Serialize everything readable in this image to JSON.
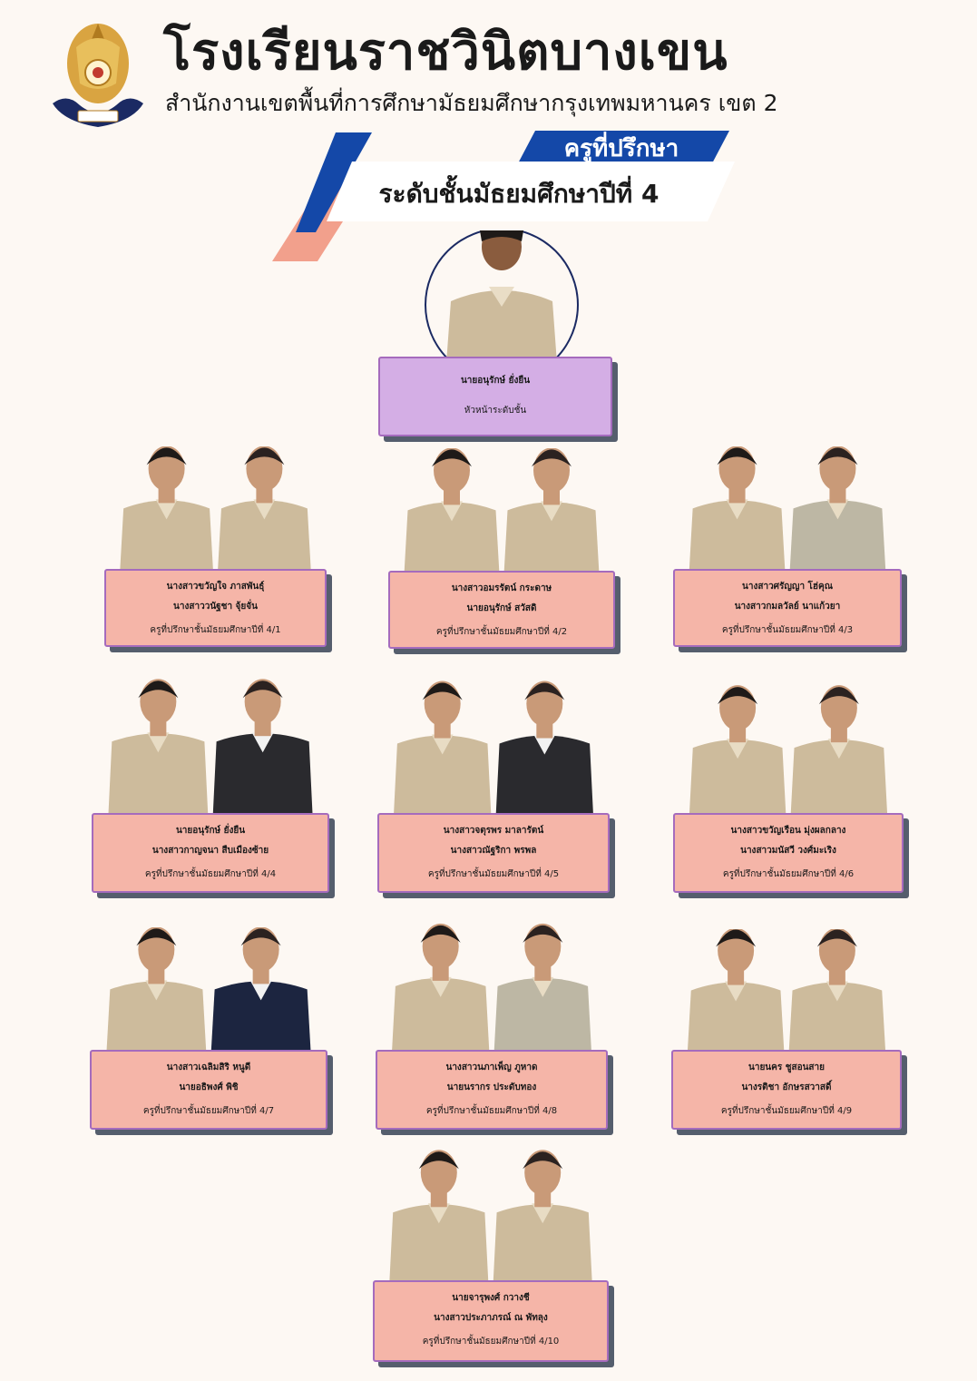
{
  "header": {
    "school_name": "โรงเรียนราชวินิตบางเขน",
    "office_name": "สำนักงานเขตพื้นที่การศึกษามัธยมศึกษากรุงเทพมหานคร เขต 2",
    "role_tag": "ครูที่ปรึกษา",
    "level_label": "ระดับชั้นมัธยมศึกษาปีที่ 4"
  },
  "head_teacher": {
    "name": "นายอนุรักษ์  ยั่งยืน",
    "role": "หัวหน้าระดับชั้น"
  },
  "classes": [
    {
      "names": [
        "นางสาวขวัญใจ  ภาสพันธุ์",
        "นางสาววนัฐชา  จุ้ยจั่น"
      ],
      "label": "ครูที่ปรึกษาชั้นมัธยมศึกษาปีที่ 4/1"
    },
    {
      "names": [
        "นางสาวอมรรัตน์  กระดาษ",
        "นายอนุรักษ์  สวัสดิ"
      ],
      "label": "ครูที่ปรึกษาชั้นมัธยมศึกษาปีที่ 4/2"
    },
    {
      "names": [
        "นางสาวศรัญญา  โฮ่คุณ",
        "นางสาวกมลวัลย์  นาแก้วยา"
      ],
      "label": "ครูที่ปรึกษาชั้นมัธยมศึกษาปีที่ 4/3"
    },
    {
      "names": [
        "นายอนุรักษ์  ยั่งยืน",
        "นางสาวกาญจนา  สืบเมืองซ้าย"
      ],
      "label": "ครูที่ปรึกษาชั้นมัธยมศึกษาปีที่ 4/4"
    },
    {
      "names": [
        "นางสาวจตุรพร  มาลารัตน์",
        "นางสาวณัฐริกา  พรพล"
      ],
      "label": "ครูที่ปรึกษาชั้นมัธยมศึกษาปีที่ 4/5"
    },
    {
      "names": [
        "นางสาวขวัญเรือน  มุ่งผลกลาง",
        "นางสาวมนัสวี  วงศ์มะเริง"
      ],
      "label": "ครูที่ปรึกษาชั้นมัธยมศึกษาปีที่ 4/6"
    },
    {
      "names": [
        "นางสาวเฉลิมสิริ  หนูดี",
        "นายอธิพงศ์  พิชิ"
      ],
      "label": "ครูที่ปรึกษาชั้นมัธยมศึกษาปีที่ 4/7"
    },
    {
      "names": [
        "นางสาวนภาเพ็ญ  ภูหาด",
        "นายนรากร  ประดับทอง"
      ],
      "label": "ครูที่ปรึกษาชั้นมัธยมศึกษาปีที่ 4/8"
    },
    {
      "names": [
        "นายนคร  ชูสอนสาย",
        "นางรติชา  อักษรสวาสดิ์"
      ],
      "label": "ครูที่ปรึกษาชั้นมัธยมศึกษาปีที่ 4/9"
    },
    {
      "names": [
        "นายจารุพงศ์  กวางชี",
        "นางสาวประภาภรณ์ ณ พัทลุง"
      ],
      "label": "ครูที่ปรึกษาชั้นมัธยมศึกษาปีที่ 4/10"
    }
  ],
  "colors": {
    "blue_accent": "#1448a8",
    "salmon_accent": "#f2a08c",
    "card_pink": "#f5b5a8",
    "card_purple": "#d4aee5",
    "card_border": "#a56bbd",
    "uniform_khaki": "#cdbb9c"
  }
}
